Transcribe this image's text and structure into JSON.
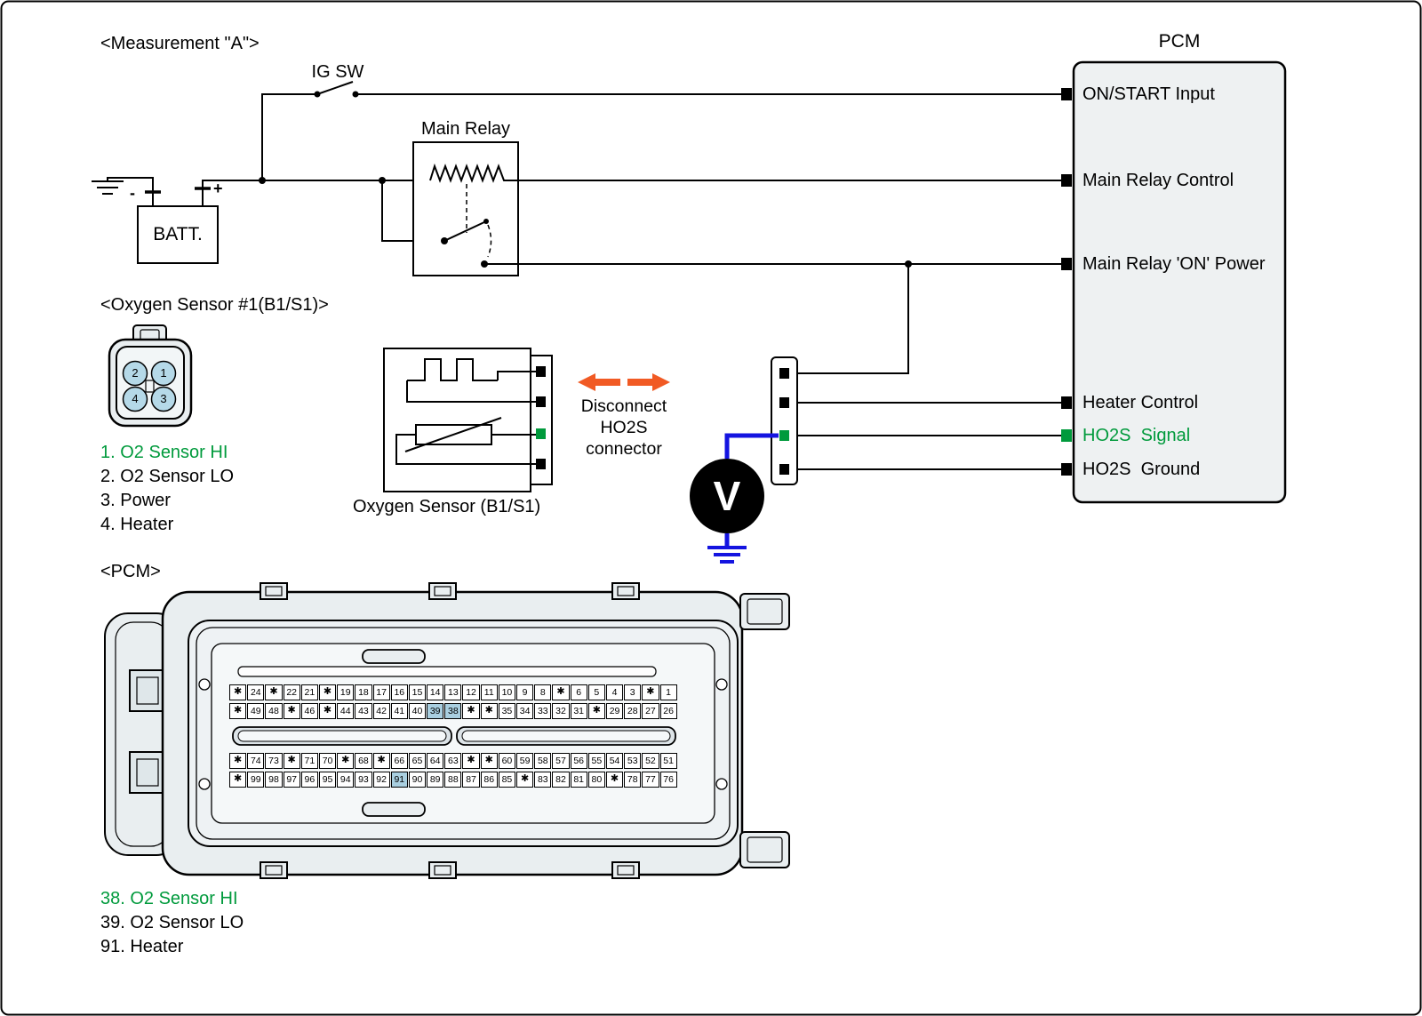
{
  "colors": {
    "green": "#009a3c",
    "blue": "#1414e0",
    "orange": "#f15a24",
    "line": "#000000",
    "body_fill": "#e9eef0",
    "pcm_box_fill": "#eef1f2",
    "pin_circle_fill": "#b5d9e8",
    "highlight_fill": "#a9cfe0"
  },
  "header": {
    "measurement_label": "<Measurement \"A\">"
  },
  "power": {
    "ig_sw_label": "IG SW",
    "main_relay_label": "Main Relay",
    "battery_label": "BATT.",
    "battery_minus": "-",
    "battery_plus": "+"
  },
  "pcm": {
    "title": "PCM",
    "pins": [
      {
        "label": "ON/START Input",
        "green": false
      },
      {
        "label": "Main Relay Control",
        "green": false
      },
      {
        "label": "Main Relay 'ON' Power",
        "green": false
      },
      {
        "label": "Heater Control",
        "green": false
      },
      {
        "label": "HO2S  Signal",
        "green": true
      },
      {
        "label": "HO2S  Ground",
        "green": false
      }
    ]
  },
  "oxygen_sensor": {
    "section_label": "<Oxygen Sensor #1(B1/S1)>",
    "connector_pins": [
      "2",
      "1",
      "4",
      "3"
    ],
    "legend": [
      {
        "text": "1. O2 Sensor HI",
        "green": true
      },
      {
        "text": "2. O2 Sensor LO",
        "green": false
      },
      {
        "text": "3. Power",
        "green": false
      },
      {
        "text": "4. Heater",
        "green": false
      }
    ],
    "box_label": "Oxygen Sensor (B1/S1)"
  },
  "disconnect_note": {
    "line1": "Disconnect",
    "line2": "HO2S",
    "line3": "connector"
  },
  "voltmeter": {
    "label": "V"
  },
  "pcm_connector": {
    "section_label": "<PCM>",
    "rows": [
      {
        "cells": [
          "✱",
          "24",
          "✱",
          "22",
          "21",
          "✱",
          "19",
          "18",
          "17",
          "16",
          "15",
          "14",
          "13",
          "12",
          "11",
          "10",
          "9",
          "8",
          "✱",
          "6",
          "5",
          "4",
          "3",
          "✱",
          "1"
        ],
        "highlight": []
      },
      {
        "cells": [
          "✱",
          "49",
          "48",
          "✱",
          "46",
          "✱",
          "44",
          "43",
          "42",
          "41",
          "40",
          "39",
          "38",
          "✱",
          "✱",
          "35",
          "34",
          "33",
          "32",
          "31",
          "✱",
          "29",
          "28",
          "27",
          "26"
        ],
        "highlight": [
          "39",
          "38"
        ]
      },
      {
        "cells": [
          "✱",
          "74",
          "73",
          "✱",
          "71",
          "70",
          "✱",
          "68",
          "✱",
          "66",
          "65",
          "64",
          "63",
          "✱",
          "✱",
          "60",
          "59",
          "58",
          "57",
          "56",
          "55",
          "54",
          "53",
          "52",
          "51"
        ],
        "highlight": []
      },
      {
        "cells": [
          "✱",
          "99",
          "98",
          "97",
          "96",
          "95",
          "94",
          "93",
          "92",
          "91",
          "90",
          "89",
          "88",
          "87",
          "86",
          "85",
          "✱",
          "83",
          "82",
          "81",
          "80",
          "✱",
          "78",
          "77",
          "76"
        ],
        "highlight": [
          "91"
        ]
      }
    ],
    "legend": [
      {
        "text": "38. O2 Sensor HI",
        "green": true
      },
      {
        "text": "39. O2 Sensor LO",
        "green": false
      },
      {
        "text": "91. Heater",
        "green": false
      }
    ]
  }
}
